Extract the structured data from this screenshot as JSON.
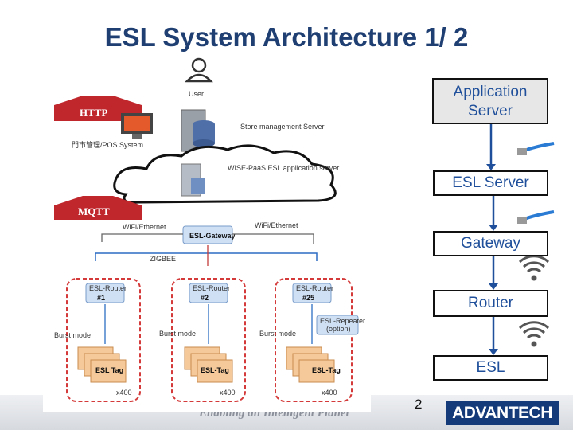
{
  "title": "ESL System Architecture 1/ 2",
  "left_diagram": {
    "user_label": "User",
    "http_label": "HTTP",
    "mqtt_label": "MQTT",
    "store_server_label": "Store management Server",
    "pos_label": "門市管理/POS System",
    "wise_label": "WISE-PaaS ESL application server",
    "gateway_label": "ESL-Gateway",
    "wifi_left": "WiFi/Ethernet",
    "wifi_right": "WiFi/Ethernet",
    "zigbee": "ZIGBEE",
    "routers": [
      {
        "label": "ESL-Router",
        "num": "#1",
        "burst": "Burst mode",
        "tag": "ESL Tag",
        "count": "x400"
      },
      {
        "label": "ESL-Router",
        "num": "#2",
        "burst": "Burst mode",
        "tag": "ESL-Tag",
        "count": "x400"
      },
      {
        "label": "ESL-Router",
        "num": "#25",
        "burst": "Burst mode",
        "tag": "ESL-Tag",
        "count": "x400"
      }
    ],
    "repeater": "ESL-Repeater",
    "repeater_sub": "(option)"
  },
  "stack": {
    "app_server_line1": "Application",
    "app_server_line2": "Server",
    "esl_server": "ESL Server",
    "gateway": "Gateway",
    "router": "Router",
    "esl": "ESL"
  },
  "footer": {
    "tagline": "Enabling an Intelligent Planet",
    "page": "2",
    "logo": "ADVANTECH"
  },
  "colors": {
    "title": "#1f3f73",
    "box_text": "#1f4f9a",
    "http": "#c0272d",
    "logo_bg": "#143a7a"
  }
}
